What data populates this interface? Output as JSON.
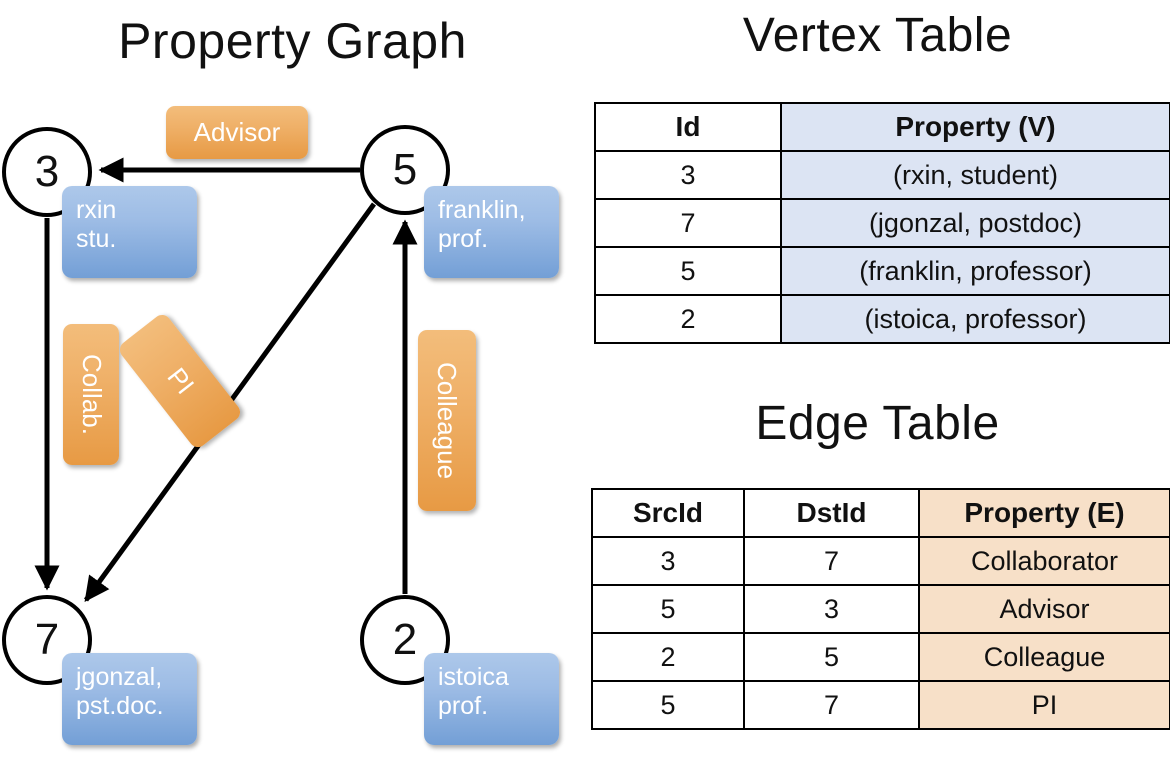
{
  "titles": {
    "property_graph": "Property Graph",
    "vertex_table": "Vertex Table",
    "edge_table": "Edge Table"
  },
  "colors": {
    "vertex_property_fill": "#dce4f3",
    "edge_property_fill": "#f7e0c8",
    "vertex_box_blue": "#739fd6",
    "edge_label_orange": "#e79a44",
    "stroke": "#000000",
    "background": "#ffffff"
  },
  "graph": {
    "nodes": [
      {
        "id": "3",
        "label": "3",
        "property_line1": "rxin",
        "property_line2": "stu."
      },
      {
        "id": "5",
        "label": "5",
        "property_line1": "franklin,",
        "property_line2": "prof."
      },
      {
        "id": "7",
        "label": "7",
        "property_line1": "jgonzal,",
        "property_line2": "pst.doc."
      },
      {
        "id": "2",
        "label": "2",
        "property_line1": "istoica",
        "property_line2": "prof."
      }
    ],
    "edge_labels": [
      {
        "key": "advisor",
        "text": "Advisor",
        "orientation": "horizontal"
      },
      {
        "key": "collab",
        "text": "Collab.",
        "orientation": "vertical"
      },
      {
        "key": "pi",
        "text": "PI",
        "orientation": "diagonal"
      },
      {
        "key": "colleague",
        "text": "Colleague",
        "orientation": "vertical"
      }
    ],
    "edges": [
      {
        "from": "5",
        "to": "3",
        "label": "Advisor"
      },
      {
        "from": "3",
        "to": "7",
        "label": "Collab."
      },
      {
        "from": "5",
        "to": "7",
        "label": "PI"
      },
      {
        "from": "2",
        "to": "5",
        "label": "Colleague"
      }
    ]
  },
  "vertex_table": {
    "headers": [
      "Id",
      "Property (V)"
    ],
    "rows": [
      {
        "id": "3",
        "property": "(rxin, student)"
      },
      {
        "id": "7",
        "property": "(jgonzal, postdoc)"
      },
      {
        "id": "5",
        "property": "(franklin, professor)"
      },
      {
        "id": "2",
        "property": "(istoica, professor)"
      }
    ]
  },
  "edge_table": {
    "headers": [
      "SrcId",
      "DstId",
      "Property (E)"
    ],
    "rows": [
      {
        "src": "3",
        "dst": "7",
        "property": "Collaborator"
      },
      {
        "src": "5",
        "dst": "3",
        "property": "Advisor"
      },
      {
        "src": "2",
        "dst": "5",
        "property": "Colleague"
      },
      {
        "src": "5",
        "dst": "7",
        "property": "PI"
      }
    ]
  }
}
